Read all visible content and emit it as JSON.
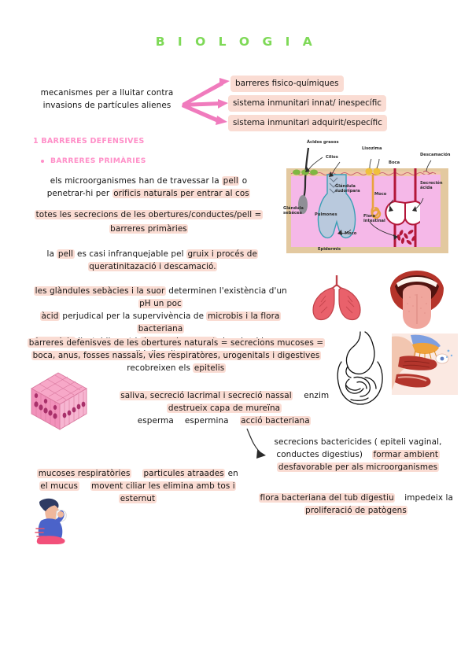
{
  "page": {
    "title": "B I O L O G I A",
    "title_color": "#7ed957",
    "highlight_color": "#fadcd3",
    "accent_pink": "#ff8fc8",
    "arrow_pink": "#f07bbd",
    "background": "#ffffff"
  },
  "intro": {
    "source_line1": "mecanismes per a lluitar contra",
    "source_line2": "invasions de partícules alienes",
    "targets": [
      "barreres fisico-químiques",
      "sistema inmunitari innat/ inespecífic",
      "sistema inmunitari adquirit/específic"
    ]
  },
  "sections": {
    "heading_1": "1 BARRERES DEFENSIVES",
    "subheading_1": "BARRERES PRIMÀRIES"
  },
  "blocks": {
    "microorganismes": {
      "line1_plain": "els microorganismes han de travessar la ",
      "line1_hl": "pell",
      "line1_tail": " o",
      "line2_plain": "penetrar-hi per ",
      "line2_hl": "orificis naturals per entrar al cos"
    },
    "secrecions": {
      "line1_hl": "totes les secrecions de les obertures/conductes/pell =",
      "line2_hl": "barreres primàries"
    },
    "pell": {
      "line1_a": "la ",
      "line1_hl1": "pell",
      "line1_b": " es casi infranquejable pel ",
      "line1_hl2": "gruix i procés de",
      "line2_hl": "queratinitazació i descamació."
    },
    "glandules": {
      "line1_hl1": "les glàndules sebàcies i la suor",
      "line1_b": " determinen l'existència d'un ",
      "line1_hl2": "pH un poc",
      "line2_hl1": "àcid",
      "line2_b": " perjudical per la supervivència de ",
      "line2_hl2": "microbis i la flora bacteriana",
      "line3_hl1": "impedeix",
      "line3_b": " l'establiment i ",
      "line3_hl2": "desenvolupament",
      "line3_c": " de microbis que s'hi dipositen."
    },
    "obertures": {
      "line1_hl": "barreres defenisves de les obertures naturals = secrecions mucoses =",
      "line2_hl": "boca, anus, fosses nassals, vies respiratòres, urogenitals i digestives",
      "line3_a": "recobreixen els ",
      "line3_hl": "epitelis"
    },
    "saliva": {
      "line1_hl": "saliva, secreció lacrimal i secreció nassal",
      "line1_tail": "enzim",
      "line2_hl": "destrueix capa de mureïna",
      "line3_a": "esperma",
      "line3_b": "espermina",
      "line3_hl": "acció bacteriana"
    },
    "bactericides": {
      "line1": "secrecions bactericides ( epiteli vaginal,",
      "line2_a": "conductes digestius)",
      "line2_hl": "formar ambient",
      "line3_hl": "desfavorable per als microorganismes"
    },
    "mucoses": {
      "line1_hl1": "mucoses respiratòries",
      "line1_hl2": "particules atraades",
      "line1_tail": " en",
      "line2_hl1": "el mucus",
      "line2_hl2": "movent ciliar les elimina amb tos i",
      "line3_hl": "esternut"
    },
    "flora": {
      "line1_hl": "flora bacteriana del tub digestiu",
      "line1_tail": "impedeix la",
      "line2_hl": "proliferació de patògens"
    }
  },
  "skin_diagram": {
    "labels": {
      "acidos_grasos": "Ácidos grasos",
      "cilios": "Cilios",
      "lisozima": "Lisozima",
      "glandula_sebacea": "Glándula sebácea",
      "glandula_sudoripara": "Glándula sudorípara",
      "pulmones": "Pulmones",
      "moco_1": "Moco",
      "moco_2": "Moco",
      "boca": "Boca",
      "descamacion": "Descamación",
      "secrecion_acida": "Secreción ácida",
      "flora_intestinal": "Flora intestinal",
      "epidermis": "Epidermis"
    }
  },
  "illustrations": {
    "skin_diagram": "skin-barrier-diagram",
    "lungs": "lungs-illustration",
    "mouth_tongue": "open-mouth-tongue-illustration",
    "epithelium": "epithelium-tissue-block-illustration",
    "digestive_tract": "digestive-tract-line-drawing",
    "nasal_cavity": "nasal-cavity-cross-section-illustration",
    "sneezing_person": "sneezing-person-illustration"
  }
}
